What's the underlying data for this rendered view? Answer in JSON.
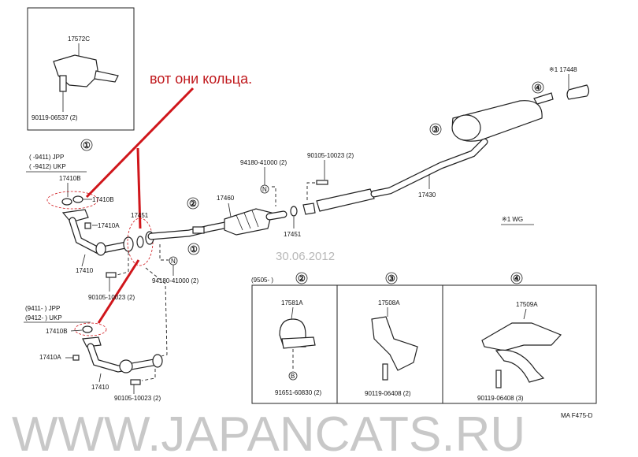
{
  "annotation": "вот они кольца.",
  "watermark": "WWW.JAPANCATS.RU",
  "date_stamp": "30.06.2012",
  "diagram_code": "MA F475-D",
  "inset_top": {
    "part": "17572C",
    "bolt": "90119-06537 (2)"
  },
  "front_pipe_early": {
    "ref": "①",
    "range1": "(      -9411) JPP",
    "range2": "(      -9412) UKP",
    "gasket_top": "17410B",
    "gasket": "17410B",
    "nut": "17410A",
    "pipe": "17410",
    "bolt": "90105-10023 (2)"
  },
  "front_pipe_late": {
    "range1": "(9411-        ) JPP",
    "range2": "(9412-        ) UKP",
    "gasket": "17410B",
    "nut": "17410A",
    "pipe": "17410",
    "bolt": "90105-10023 (2)"
  },
  "center": {
    "ring_left": "17451",
    "ref2": "②",
    "converter": "17460",
    "ref1": "①",
    "nut_symbol": "N",
    "nut_left": "94180-41000 (2)",
    "nut_right": "94180-41000 (2)",
    "bolt_right": "90105-10023 (2)",
    "ring_right": "17451",
    "tail_pipe": "17430",
    "ref3": "③",
    "ref4": "④",
    "tip": "※1 17448",
    "note": "※1 WG"
  },
  "brackets": {
    "range": "(9505-        )",
    "b2": {
      "ref": "②",
      "part": "17581A",
      "bolt_symbol": "B",
      "bolt": "91651-60830 (2)"
    },
    "b3": {
      "ref": "③",
      "part": "17508A",
      "bolt": "90119-06408 (2)"
    },
    "b4": {
      "ref": "④",
      "part": "17509A",
      "bolt": "90119-06408 (3)"
    }
  }
}
